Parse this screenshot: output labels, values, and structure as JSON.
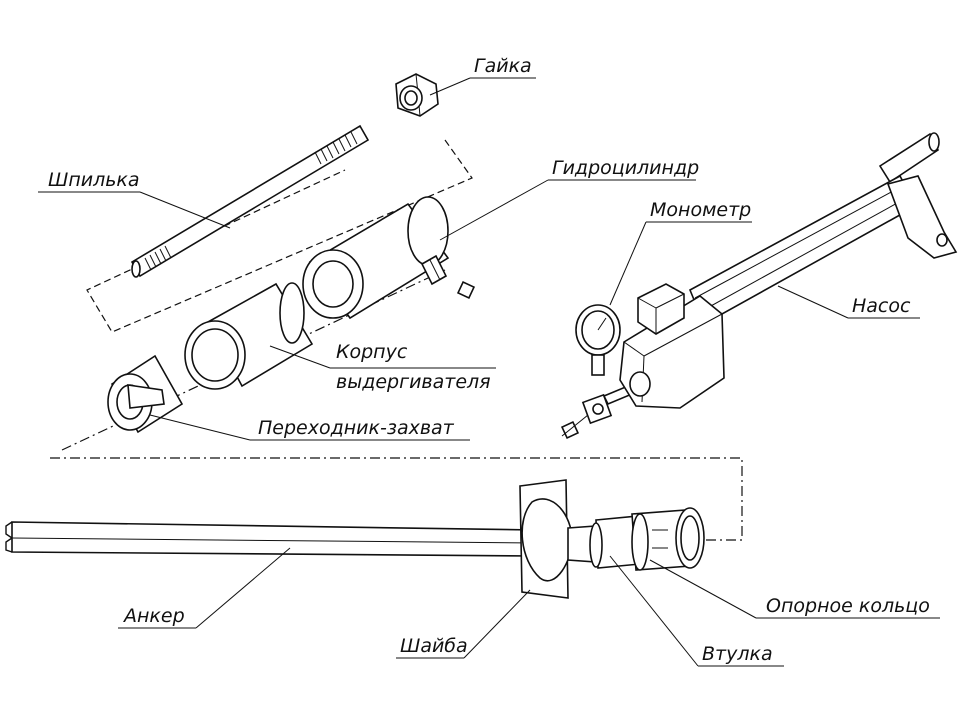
{
  "labels": {
    "gaika": "Гайка",
    "shpilka": "Шпилька",
    "gidrocilindr": "Гидроцилиндр",
    "monometr": "Монометр",
    "nasos": "Насос",
    "korpus_line1": "Корпус",
    "korpus_line2": "выдергивателя",
    "perehodnik": "Переходник-захват",
    "anker": "Анкер",
    "shaiba": "Шайба",
    "vtulka": "Втулка",
    "opornoe_kolco": "Опорное кольцо"
  }
}
